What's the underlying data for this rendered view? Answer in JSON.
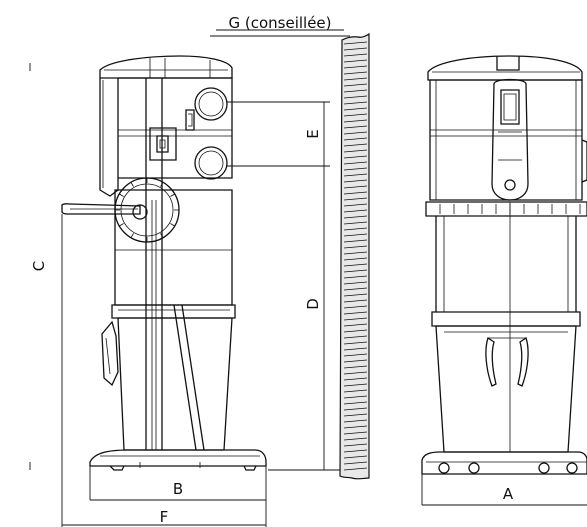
{
  "dimension_labels": {
    "a": "A",
    "b": "B",
    "c": "C",
    "d": "D",
    "e": "E",
    "f": "F",
    "g": "G (conseillée)"
  },
  "colors": {
    "line": "#111111",
    "wall_fill": "#e6e6e6",
    "body_fill": "#ffffff"
  }
}
